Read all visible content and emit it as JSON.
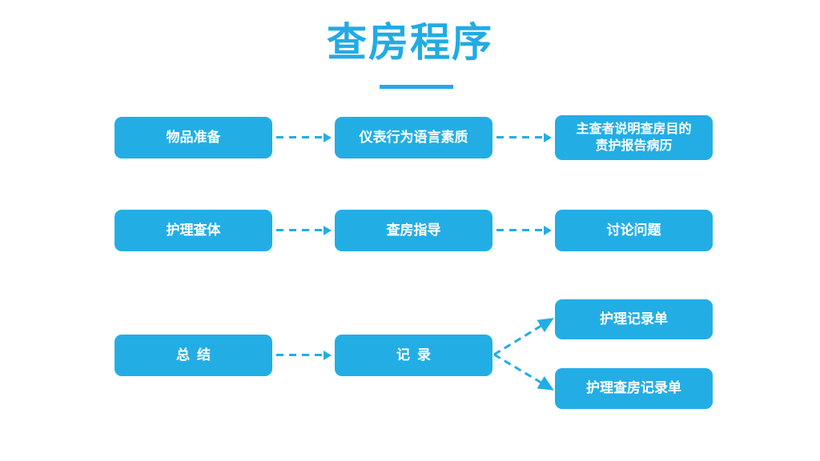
{
  "slide": {
    "title": "查房程序",
    "background_color": "#ffffff",
    "accent_color": "#22aee5",
    "title_color": "#21abe4",
    "text_color": "#ffffff"
  },
  "flow": {
    "rows": [
      {
        "row_name": "row-1",
        "nodes": [
          {
            "id": "node-wupin-zhunbei",
            "label": "物品准备"
          },
          {
            "id": "node-yibiao-xingwei",
            "label": "仪表行为语言素质"
          },
          {
            "id": "node-zhuchazhe-shuoming",
            "label": "主查者说明查房目的\n责护报告病历"
          }
        ]
      },
      {
        "row_name": "row-2",
        "nodes": [
          {
            "id": "node-huli-chati",
            "label": "护理查体"
          },
          {
            "id": "node-chafang-zhidao",
            "label": "查房指导"
          },
          {
            "id": "node-taolun-wenti",
            "label": "讨论问题"
          }
        ]
      },
      {
        "row_name": "row-3",
        "nodes": [
          {
            "id": "node-zongjie",
            "label": "总结"
          },
          {
            "id": "node-jilu",
            "label": "记录"
          },
          {
            "id": "node-huli-jiludan",
            "label": "护理记录单"
          },
          {
            "id": "node-huli-chafang-jiludan",
            "label": "护理查房记录单"
          }
        ]
      }
    ],
    "connectors": [
      {
        "id": "arrow-r1-1",
        "style": "dashed",
        "direction": "right"
      },
      {
        "id": "arrow-r1-2",
        "style": "dashed",
        "direction": "right"
      },
      {
        "id": "arrow-r2-1",
        "style": "dashed",
        "direction": "right"
      },
      {
        "id": "arrow-r2-2",
        "style": "dashed",
        "direction": "right"
      },
      {
        "id": "arrow-r3-1",
        "style": "dashed",
        "direction": "right"
      },
      {
        "id": "arrow-r3-branch-up",
        "style": "dashed",
        "direction": "up-right"
      },
      {
        "id": "arrow-r3-branch-down",
        "style": "dashed",
        "direction": "down-right"
      }
    ]
  }
}
